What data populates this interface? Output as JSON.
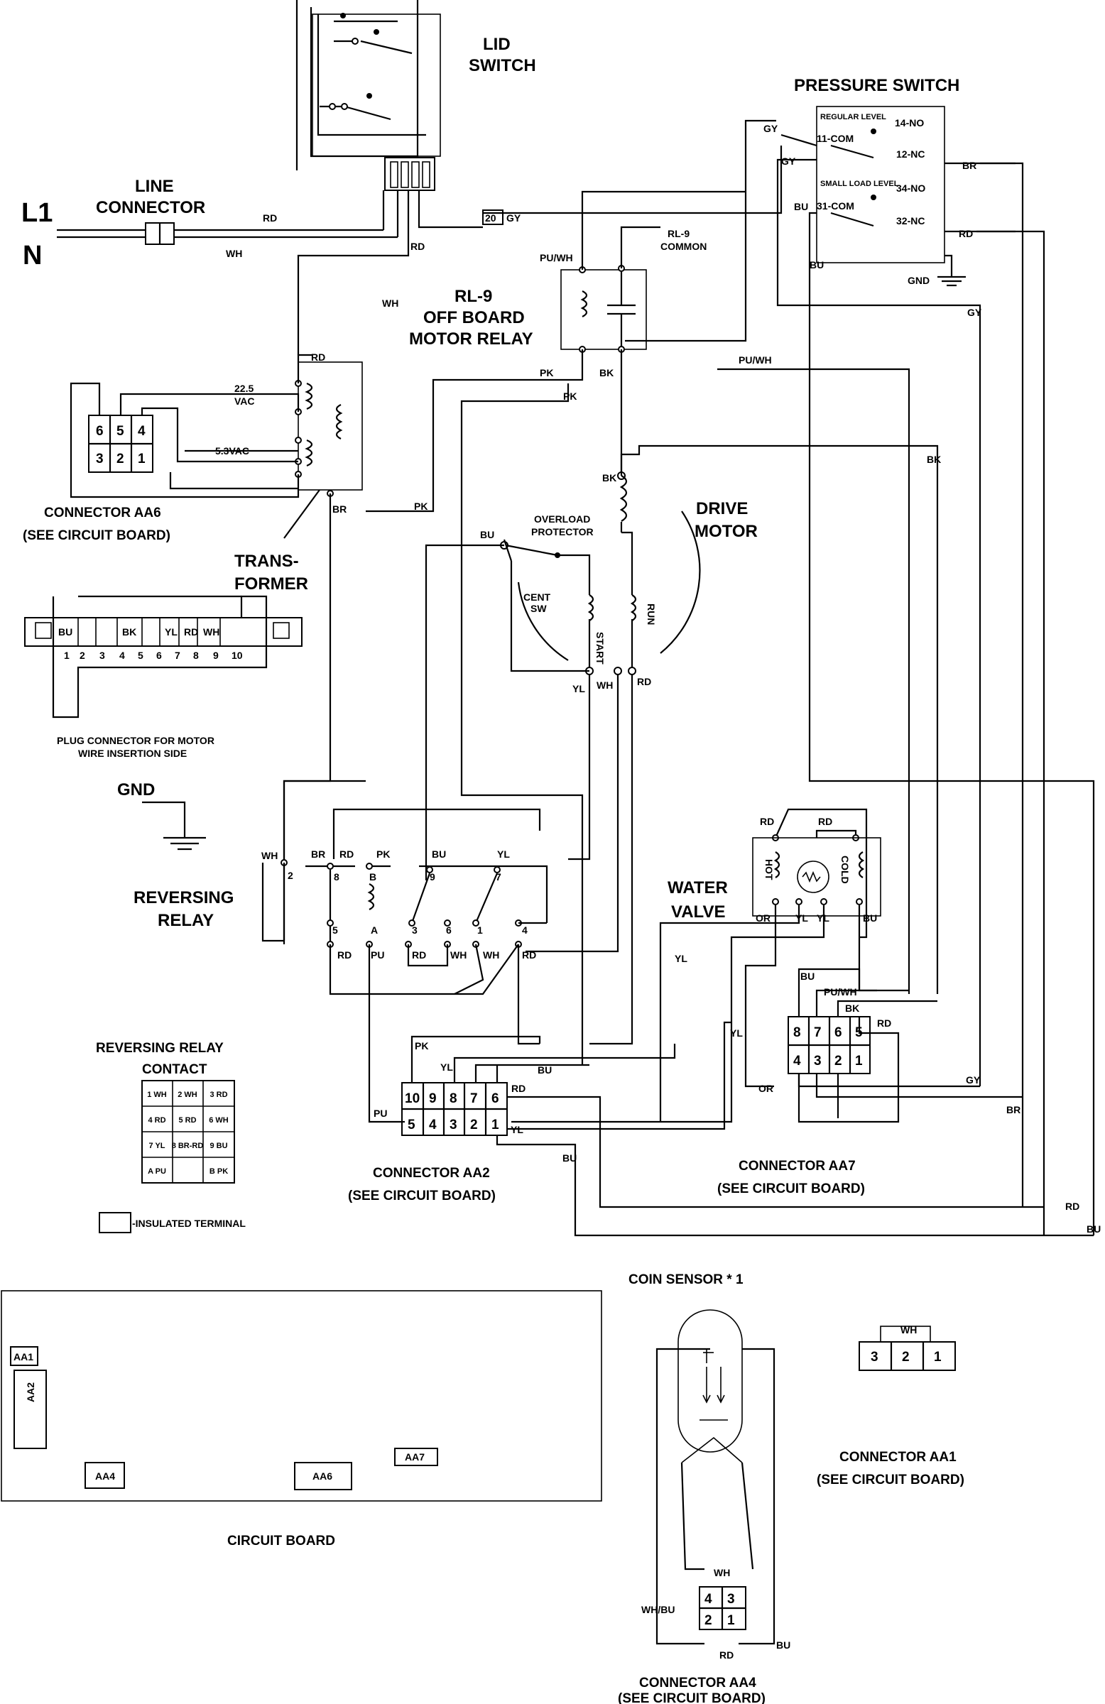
{
  "labels": {
    "lid_switch": [
      "LID",
      "SWITCH"
    ],
    "pressure_switch": "PRESSURE  SWITCH",
    "line_connector": [
      "LINE",
      "CONNECTOR"
    ],
    "l1": "L1",
    "n": "N",
    "rl9": [
      "RL-9",
      "OFF BOARD",
      "MOTOR RELAY"
    ],
    "rl9_common": [
      "RL-9",
      "COMMON"
    ],
    "connector_aa6": [
      "CONNECTOR AA6",
      "(SEE CIRCUIT BOARD)"
    ],
    "transformer": [
      "TRANS-",
      "FORMER"
    ],
    "drive_motor": [
      "DRIVE",
      "MOTOR"
    ],
    "overload": [
      "OVERLOAD",
      "PROTECTOR"
    ],
    "cent_sw": [
      "CENT",
      "SW"
    ],
    "start": "START",
    "run": "RUN",
    "plug_connector": [
      "PLUG CONNECTOR FOR MOTOR",
      "WIRE INSERTION SIDE"
    ],
    "gnd": "GND",
    "reversing_relay": [
      "REVERSING",
      "RELAY"
    ],
    "water_valve": [
      "WATER",
      "VALVE"
    ],
    "hot": "HOT",
    "cold": "COLD",
    "reversing_relay_contact": [
      "REVERSING RELAY",
      "CONTACT"
    ],
    "connector_aa2": [
      "CONNECTOR AA2",
      "(SEE CIRCUIT BOARD)"
    ],
    "connector_aa7": [
      "CONNECTOR AA7",
      "(SEE CIRCUIT BOARD)"
    ],
    "insulated_terminal": "-INSULATED TERMINAL",
    "coin_sensor": "COIN  SENSOR  * 1",
    "connector_aa1": [
      "CONNECTOR AA1",
      "(SEE CIRCUIT BOARD)"
    ],
    "circuit_board": "CIRCUIT BOARD",
    "connector_aa4": [
      "CONNECTOR AA4",
      "(SEE CIRCUIT BOARD)"
    ],
    "regular_level": "REGULAR LEVEL",
    "small_load_level": "SMALL LOAD LEVEL",
    "v22": [
      "22.5",
      "VAC"
    ],
    "v53": "5.3VAC",
    "twenty": "20"
  },
  "pressure_terminals": [
    "11-COM",
    "14-NO",
    "12-NC",
    "31-COM",
    "34-NO",
    "32-NC"
  ],
  "aa6_pins": [
    "6",
    "5",
    "4",
    "3",
    "2",
    "1"
  ],
  "motor_plug_colors": [
    "BU",
    "",
    "BK",
    "",
    "YL",
    "RD",
    "WH"
  ],
  "motor_plug_numbers": [
    "1",
    "2",
    "3",
    "4",
    "5",
    "6",
    "7",
    "8",
    "9",
    "10"
  ],
  "aa2_pins": [
    "10",
    "9",
    "8",
    "7",
    "6",
    "5",
    "4",
    "3",
    "2",
    "1"
  ],
  "aa7_pins": [
    "8",
    "7",
    "6",
    "5",
    "4",
    "3",
    "2",
    "1"
  ],
  "aa1_pins": [
    "3",
    "2",
    "1"
  ],
  "aa4_pins": [
    "4",
    "3",
    "2",
    "1"
  ],
  "board_connectors": [
    "AA1",
    "AA2",
    "AA4",
    "AA6",
    "AA7"
  ],
  "relay_contact_table": [
    [
      "1 WH",
      "2 WH",
      "3 RD"
    ],
    [
      "4 RD",
      "5 RD",
      "6 WH"
    ],
    [
      "7 YL",
      "8 BR-RD",
      "9 BU"
    ],
    [
      "A PU",
      "",
      "B PK"
    ]
  ],
  "relay_terminals": [
    "2",
    "8",
    "B",
    "9",
    "7",
    "5",
    "A",
    "3",
    "6",
    "1",
    "4"
  ],
  "wire_colors": {
    "RD": "RD",
    "WH": "WH",
    "GY": "GY",
    "BR": "BR",
    "BU": "BU",
    "PK": "PK",
    "BK": "BK",
    "YL": "YL",
    "PU": "PU",
    "OR": "OR",
    "PU/WH": "PU/WH",
    "WH/BU": "WH/BU"
  },
  "colors": {
    "line": "#000000",
    "background": "#ffffff"
  }
}
